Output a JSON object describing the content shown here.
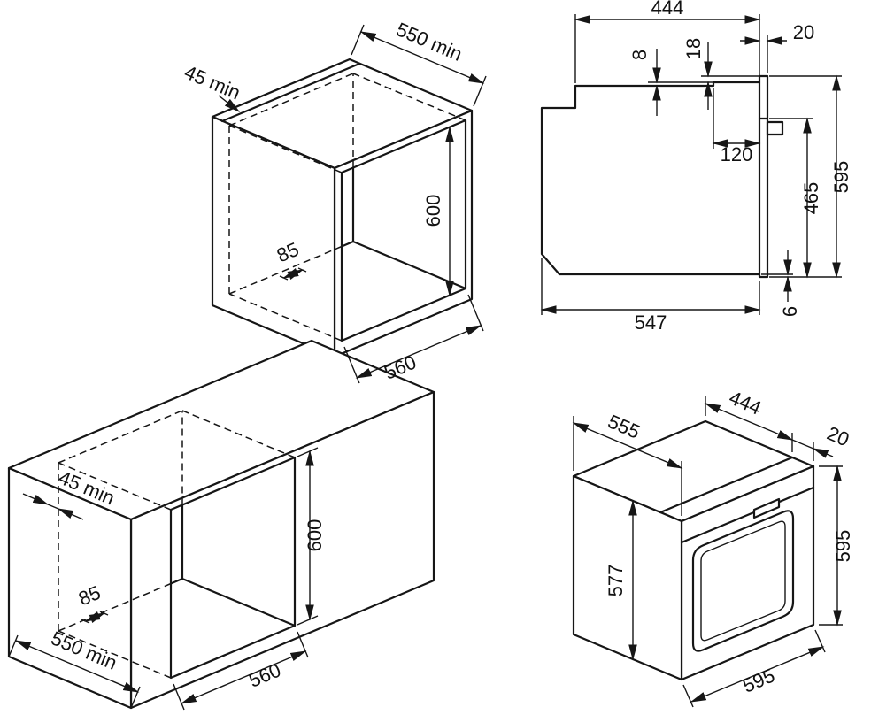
{
  "figure": {
    "background": "#ffffff",
    "line_color": "#161616",
    "description": "Built-in oven installation and dimension drawing"
  },
  "niche_diagram": {
    "column": {
      "depth_label": "550 min",
      "rear_gap_label": "45 min",
      "hole_label": "85",
      "height_label": "600",
      "width_label": "560"
    },
    "undercounter": {
      "depth_label": "550 min",
      "rear_gap_label": "45 min",
      "hole_label": "85",
      "height_label": "600",
      "width_label": "560"
    }
  },
  "section_diagram": {
    "top_depth": "444",
    "top_step": "8",
    "frame_overlap": "18",
    "frame_front": "20",
    "panel_depth": "120",
    "front_height": "465",
    "total_height": "595",
    "body_depth": "547",
    "bottom_gap": "6"
  },
  "oven_diagram": {
    "body_depth": "555",
    "top_depth": "444",
    "frame_front": "20",
    "side_height": "577",
    "height": "595",
    "width": "595"
  }
}
